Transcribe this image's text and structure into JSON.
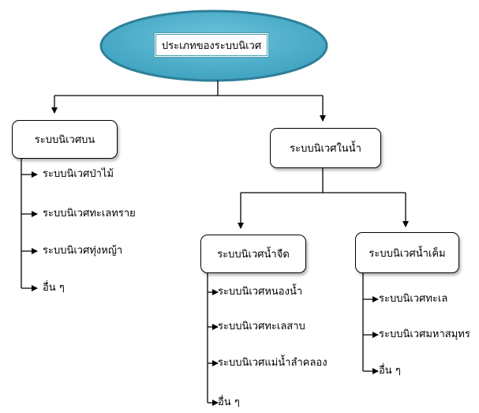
{
  "root": {
    "label": "ประเภทของระบบนิเวศ"
  },
  "land": {
    "label": "ระบบนิเวศบน",
    "items": [
      "ระบบนิเวศป่าไม้",
      "ระบบนิเวศทะเลทราย",
      "ระบบนิเวศทุ่งหญ้า",
      "อื่น ๆ"
    ]
  },
  "water": {
    "label": "ระบบนิเวศในน้ำ"
  },
  "fresh": {
    "label": "ระบบนิเวศน้ำจืด",
    "items": [
      "ระบบนิเวศหนองน้ำ",
      "ระบบนิเวศทะเลสาบ",
      "ระบบนิเวศแม่น้ำลำคลอง",
      "อื่น ๆ"
    ]
  },
  "salt": {
    "label": "ระบบนิเวศน้ำเค็ม",
    "items": [
      "ระบบนิเวศทะเล",
      "ระบบนิเวศมหาสมุทร",
      "อื่น ๆ"
    ]
  },
  "colors": {
    "ellipse_fill": "#4aaecb",
    "ellipse_stroke": "#2f7f99",
    "label_border": "#4a9db3",
    "line": "#000000"
  }
}
